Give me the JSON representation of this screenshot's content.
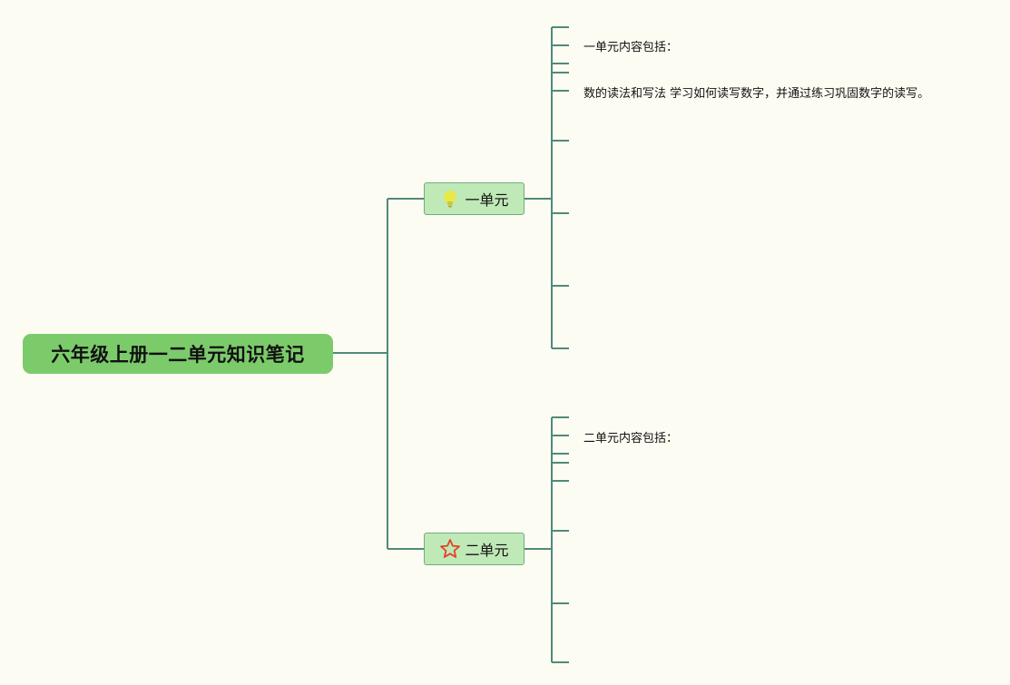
{
  "mindmap": {
    "root": {
      "label": "六年级上册一二单元知识笔记"
    },
    "branches": [
      {
        "label": "一单元",
        "icon": "lightbulb-icon",
        "leaves": [
          "一单元内容包括：",
          "",
          "",
          "数的读法和写法 学习如何读写数字，并通过练习巩固数字的读写。",
          "",
          "",
          "",
          ""
        ]
      },
      {
        "label": "二单元",
        "icon": "star-icon",
        "leaves": [
          "",
          "二单元内容包括：",
          "",
          "",
          "",
          "",
          "",
          ""
        ]
      }
    ]
  },
  "colors": {
    "background": "#fdfcf2",
    "connector": "#4f8a7c",
    "root_fill": "#7ccb6b",
    "branch_fill": "#bfe9b6",
    "branch_border": "#6fae80",
    "lightbulb": "#e8e84a",
    "star": "#e2432b"
  }
}
